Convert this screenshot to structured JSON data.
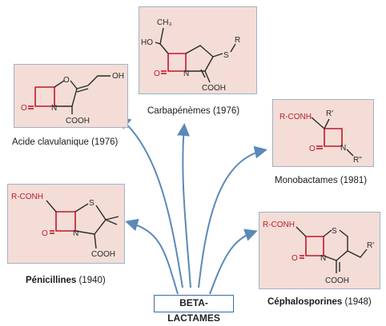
{
  "center_label": "BETA-LACTAMES",
  "molecules": {
    "clavulanic": {
      "name": "Acide clavulanique (1976)",
      "atoms": {
        "o_ring": "O",
        "oh": "OH",
        "o_keto": "O",
        "n": "N",
        "cooh": "COOH"
      }
    },
    "carbapenem": {
      "name": "Carbapénèmes (1976)",
      "atoms": {
        "ch3": "CH₃",
        "ho": "HO",
        "s": "S",
        "r": "R",
        "o": "O",
        "n": "N",
        "cooh": "COOH"
      }
    },
    "monobactam": {
      "name": "Monobactames (1981)",
      "atoms": {
        "rconh": "R-CONH",
        "rprime": "R'",
        "o": "O",
        "n": "N",
        "rdouble": "R\""
      }
    },
    "penicillin": {
      "name_bold": "Pénicillines",
      "name_year": " (1940)",
      "atoms": {
        "rconh": "R-CONH",
        "s": "S",
        "o": "O",
        "n": "N",
        "cooh": "COOH"
      }
    },
    "cephalosporin": {
      "name_bold": "Céphalosporines",
      "name_year": " (1948)",
      "atoms": {
        "rconh": "R-CONH",
        "s": "S",
        "o": "O",
        "n": "N",
        "cooh": "COOH",
        "rprime": "R'"
      }
    }
  },
  "colors": {
    "panel_bg": "#f3ddd6",
    "panel_border": "#9fb3c8",
    "bond": "#2a2a2a",
    "lactam": "#c0182b",
    "arrow": "#5b89b8"
  }
}
